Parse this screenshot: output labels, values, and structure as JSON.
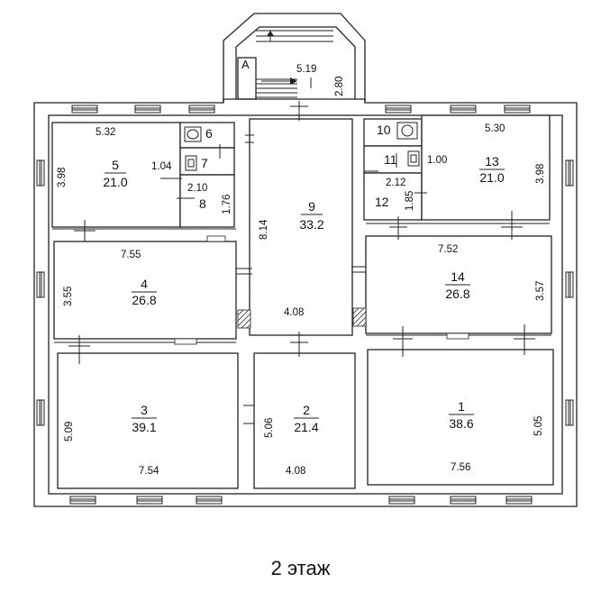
{
  "stair_label": "A",
  "stair_dims": {
    "width": "5.19",
    "depth": "2.80"
  },
  "rooms": [
    {
      "id": "r1",
      "number": "1",
      "area": "38.6",
      "dims": [
        "7.56",
        "5.05"
      ]
    },
    {
      "id": "r2",
      "number": "2",
      "area": "21.4",
      "dims": [
        "4.08",
        "5.06"
      ]
    },
    {
      "id": "r3",
      "number": "3",
      "area": "39.1",
      "dims": [
        "7.54",
        "5.09"
      ]
    },
    {
      "id": "r4",
      "number": "4",
      "area": "26.8",
      "dims": [
        "7.55",
        "3.55"
      ]
    },
    {
      "id": "r5",
      "number": "5",
      "area": "21.0",
      "dims": [
        "5.32",
        "3.98"
      ]
    },
    {
      "id": "r6",
      "number": "6"
    },
    {
      "id": "r7",
      "number": "7",
      "dims": [
        "1.04"
      ]
    },
    {
      "id": "r8",
      "number": "8",
      "dims": [
        "2.10",
        "1.76"
      ]
    },
    {
      "id": "r9",
      "number": "9",
      "area": "33.2",
      "dims": [
        "8.14",
        "4.08"
      ]
    },
    {
      "id": "r10",
      "number": "10"
    },
    {
      "id": "r11",
      "number": "11",
      "dims": [
        "1.00"
      ]
    },
    {
      "id": "r12",
      "number": "12",
      "dims": [
        "2.12",
        "1.85"
      ]
    },
    {
      "id": "r13",
      "number": "13",
      "area": "21.0",
      "dims": [
        "5.30",
        "3.98"
      ]
    },
    {
      "id": "r14",
      "number": "14",
      "area": "26.8",
      "dims": [
        "7.52",
        "3.57"
      ]
    }
  ],
  "caption": "2 этаж"
}
